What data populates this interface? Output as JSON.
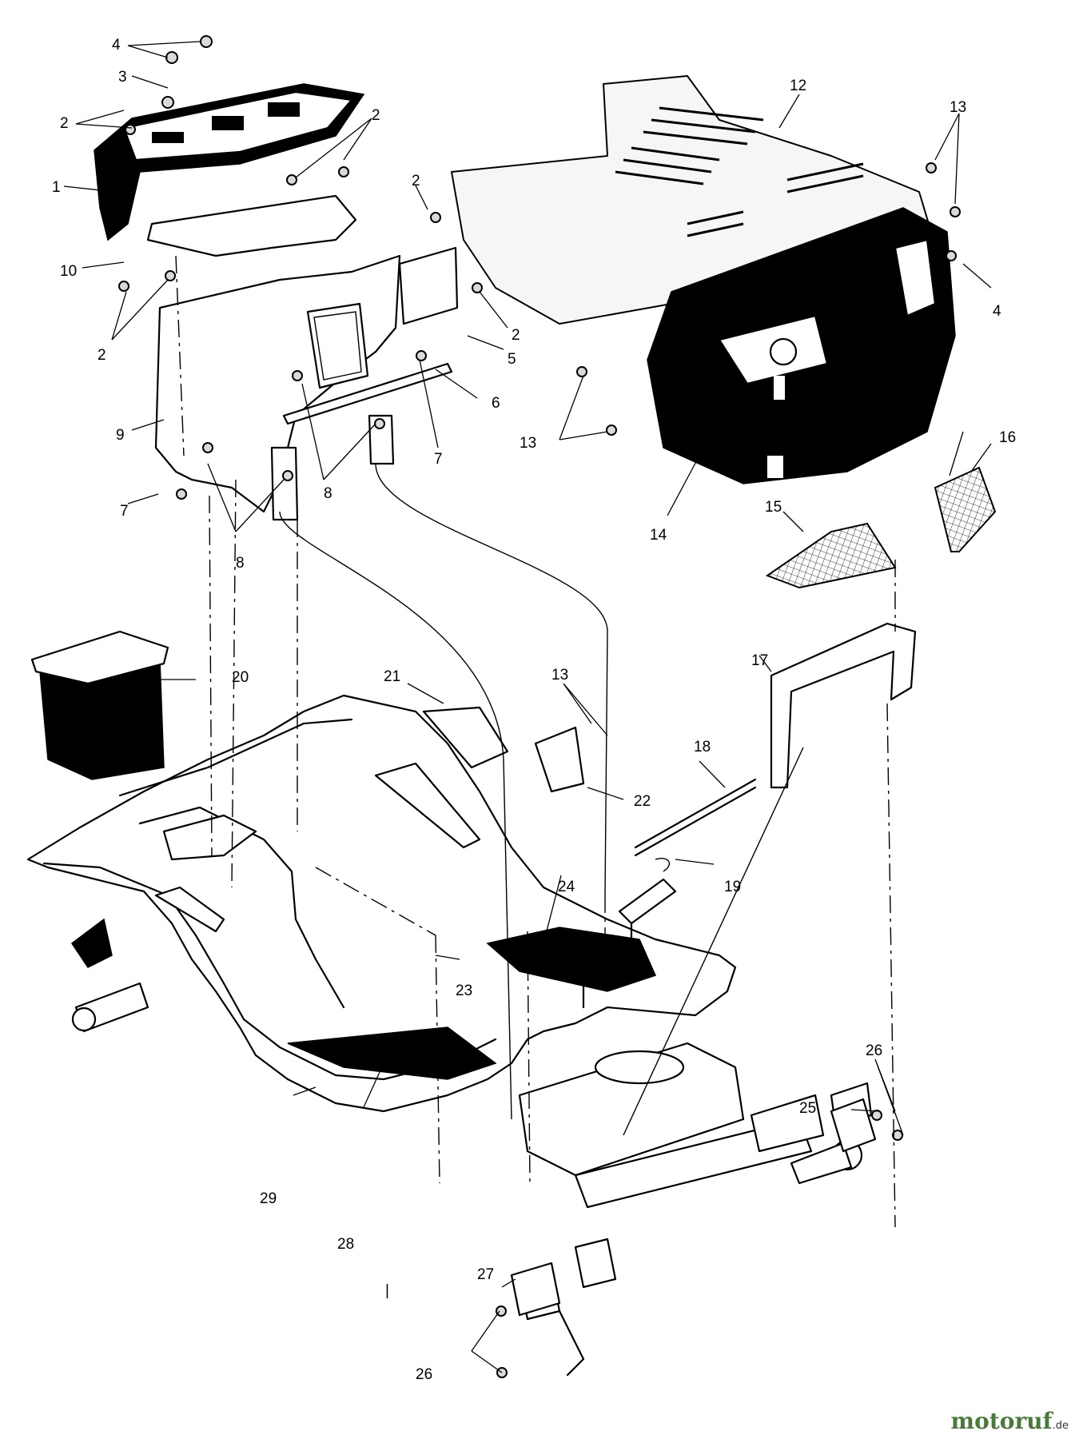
{
  "diagram": {
    "callouts": [
      "1",
      "2",
      "3",
      "4",
      "5",
      "6",
      "7",
      "8",
      "9",
      "10",
      "12",
      "13",
      "14",
      "15",
      "16",
      "17",
      "18",
      "19",
      "20",
      "21",
      "22",
      "23",
      "24",
      "25",
      "26",
      "27",
      "28",
      "29"
    ],
    "marker": "|"
  },
  "watermark": {
    "name": "motoruf",
    "tld": ".de",
    "color": "#4a7a3a"
  }
}
